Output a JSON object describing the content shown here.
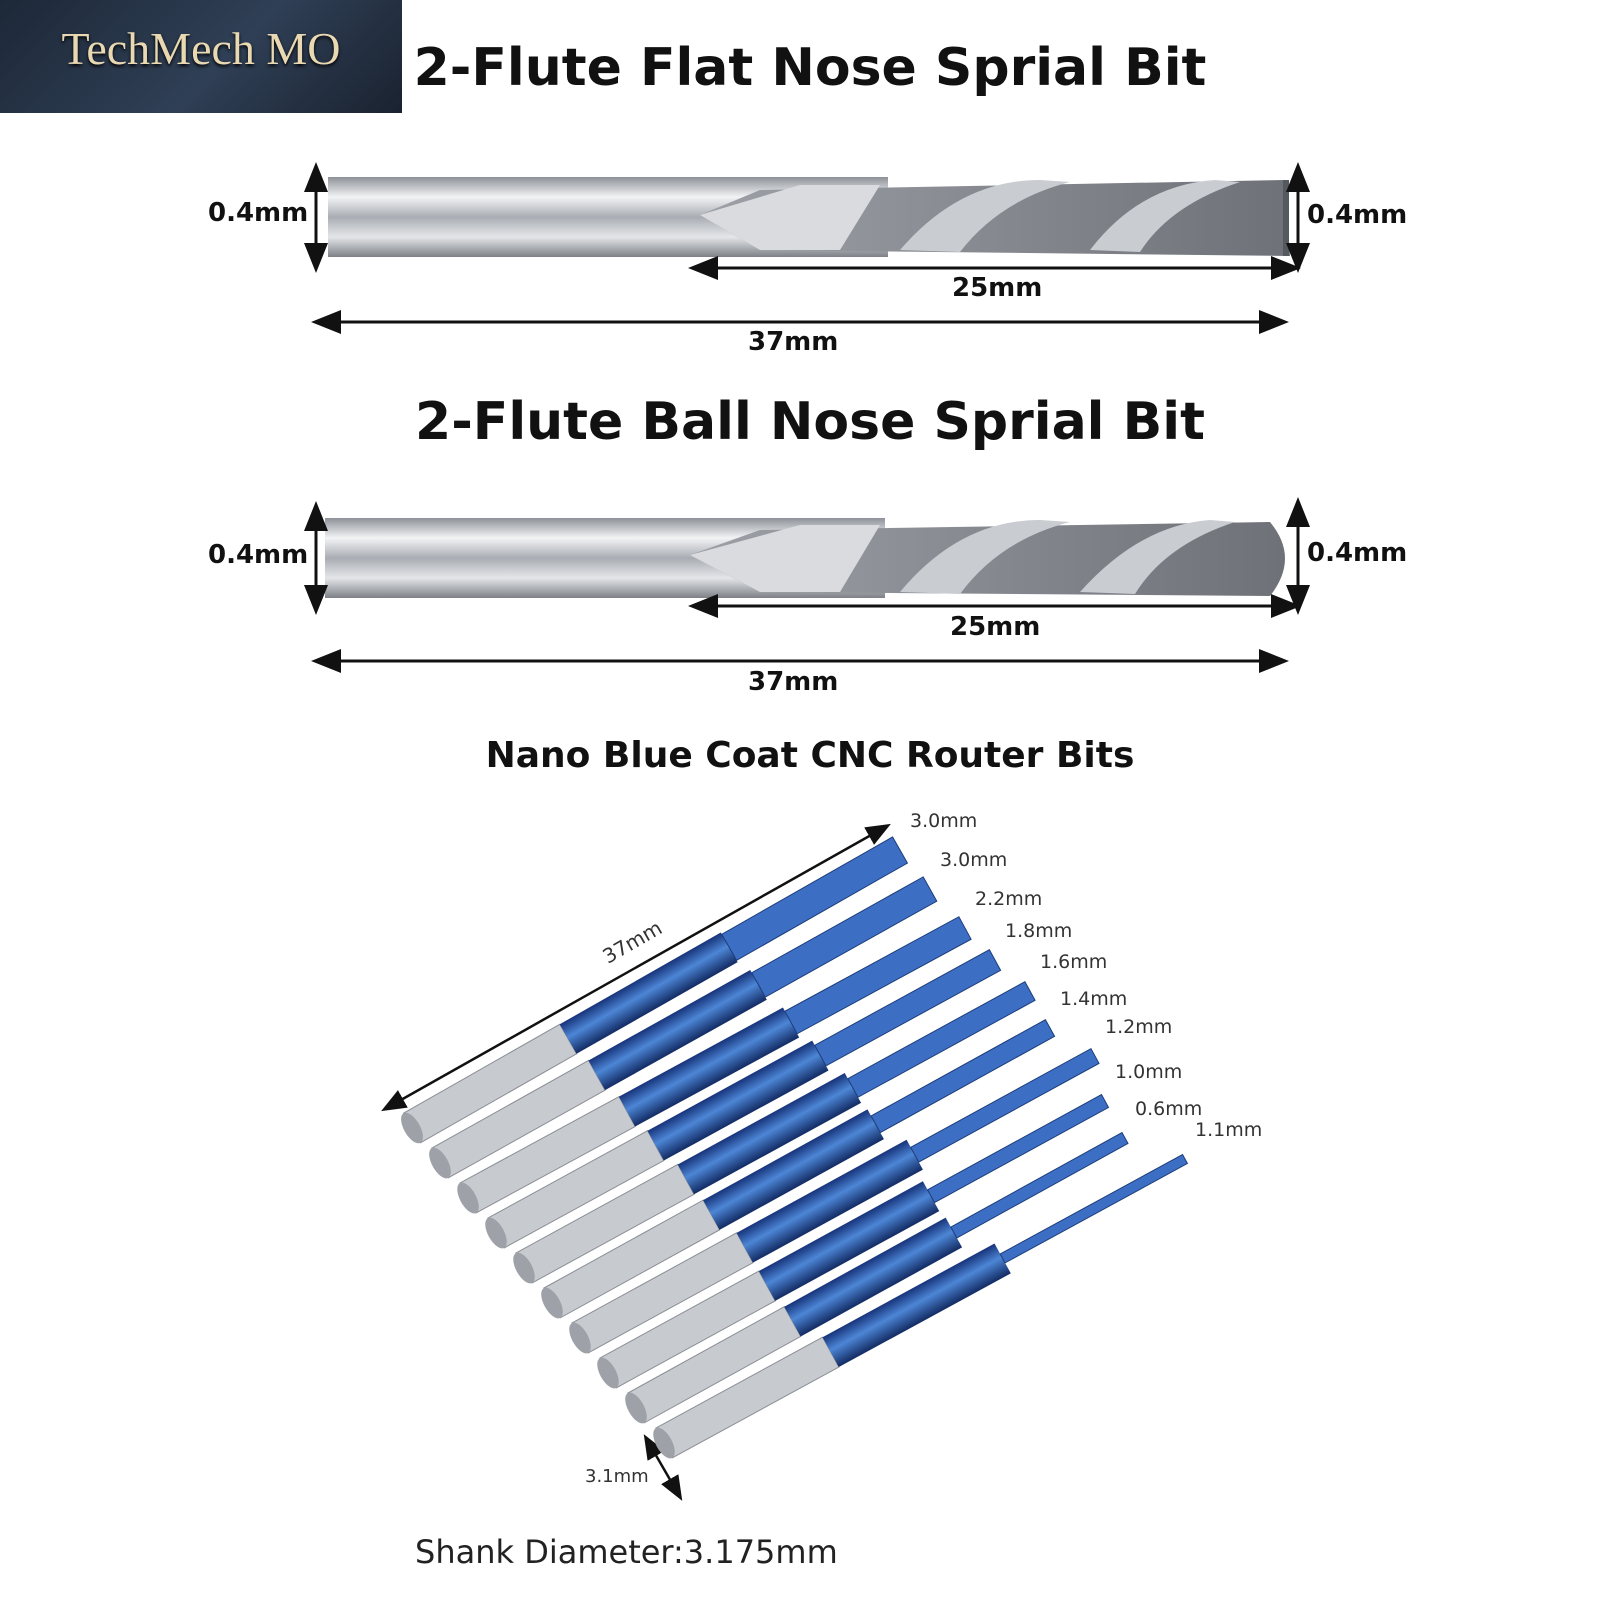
{
  "logo_text": "TechMech MO",
  "section1": {
    "title": "2-Flute Flat Nose Sprial Bit",
    "left_dim": "0.4mm",
    "right_dim": "0.4mm",
    "flute_length": "25mm",
    "total_length": "37mm"
  },
  "section2": {
    "title": "2-Flute Ball Nose Sprial Bit",
    "left_dim": "0.4mm",
    "right_dim": "0.4mm",
    "flute_length": "25mm",
    "total_length": "37mm"
  },
  "section3": {
    "title": "Nano Blue Coat CNC Router Bits",
    "length": "37mm",
    "diameters": [
      "3.0mm",
      "3.0mm",
      "2.2mm",
      "1.8mm",
      "1.6mm",
      "1.4mm",
      "1.2mm",
      "1.0mm",
      "0.6mm",
      "1.1mm"
    ],
    "shank_dim": "3.1mm",
    "shank_diameter": "Shank Diameter:3.175mm"
  },
  "colors": {
    "coat_blue": "#2f5fb0",
    "steel": "#b8bcc2",
    "logo_bg": "#223047",
    "logo_text": "#e9d9b3"
  }
}
